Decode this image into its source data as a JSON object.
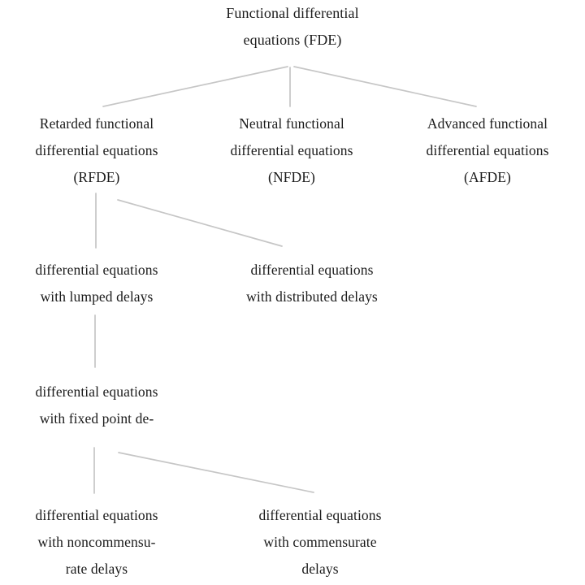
{
  "diagram": {
    "title": "Functional differential equations classification tree",
    "background_color": "#ffffff",
    "text_color": "#1b1b1b",
    "connector_color": "#c6c6c6",
    "nodes": [
      {
        "id": "fde",
        "lines": [
          "Functional differential",
          "equations (FDE)"
        ]
      },
      {
        "id": "rfde",
        "lines": [
          "Retarded functional",
          "differential equations",
          "(RFDE)"
        ]
      },
      {
        "id": "nfde",
        "lines": [
          "Neutral functional",
          "differential equations",
          "(NFDE)"
        ]
      },
      {
        "id": "afde",
        "lines": [
          "Advanced functional",
          "differential equations",
          "(AFDE)"
        ]
      },
      {
        "id": "lumped",
        "lines": [
          "differential equations",
          "with lumped delays"
        ]
      },
      {
        "id": "distributed",
        "lines": [
          "differential equations",
          "with distributed delays"
        ]
      },
      {
        "id": "fixed-point",
        "lines": [
          "differential equations",
          "with fixed point de-"
        ]
      },
      {
        "id": "noncommensurate",
        "lines": [
          "differential equations",
          "with noncommensu-",
          "rate delays"
        ]
      },
      {
        "id": "commensurate",
        "lines": [
          "differential equations",
          "with commensurate",
          "delays"
        ]
      }
    ],
    "edges": [
      {
        "from": "fde",
        "to": "rfde"
      },
      {
        "from": "fde",
        "to": "nfde"
      },
      {
        "from": "fde",
        "to": "afde"
      },
      {
        "from": "rfde",
        "to": "lumped"
      },
      {
        "from": "rfde",
        "to": "distributed"
      },
      {
        "from": "lumped",
        "to": "fixed-point"
      },
      {
        "from": "fixed-point",
        "to": "noncommensurate"
      },
      {
        "from": "fixed-point",
        "to": "commensurate"
      }
    ]
  }
}
